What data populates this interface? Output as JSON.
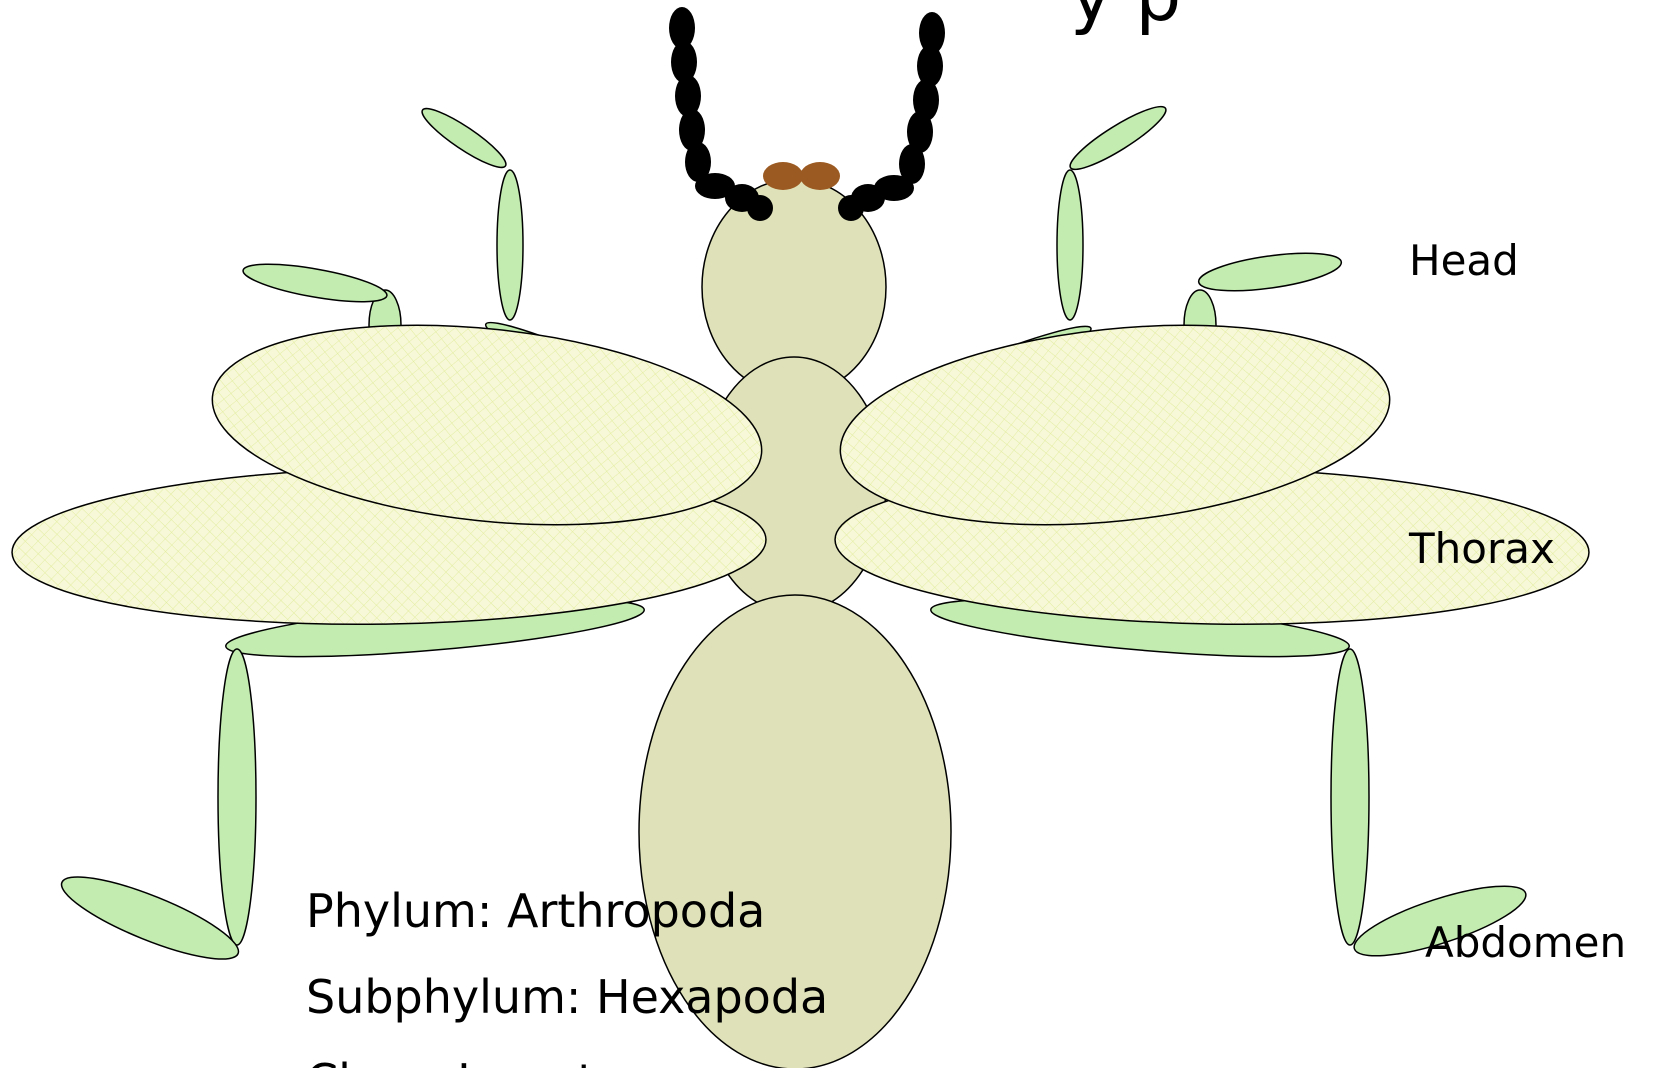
{
  "title_fragment": "y p",
  "labels": {
    "head": "Head",
    "thorax": "Thorax",
    "abdomen": "Abdomen"
  },
  "taxonomy": [
    "Phylum: Arthropoda",
    "Subphylum: Hexapoda",
    "Class: Insecta"
  ],
  "colors": {
    "body": "#dfe2b8",
    "legs": "#c2ecb0",
    "wing": "#f6f8d8",
    "wing_hatch": "#e2ec9c",
    "antenna": "#000000",
    "eyes": "#9b5a22",
    "outline": "#000000"
  }
}
